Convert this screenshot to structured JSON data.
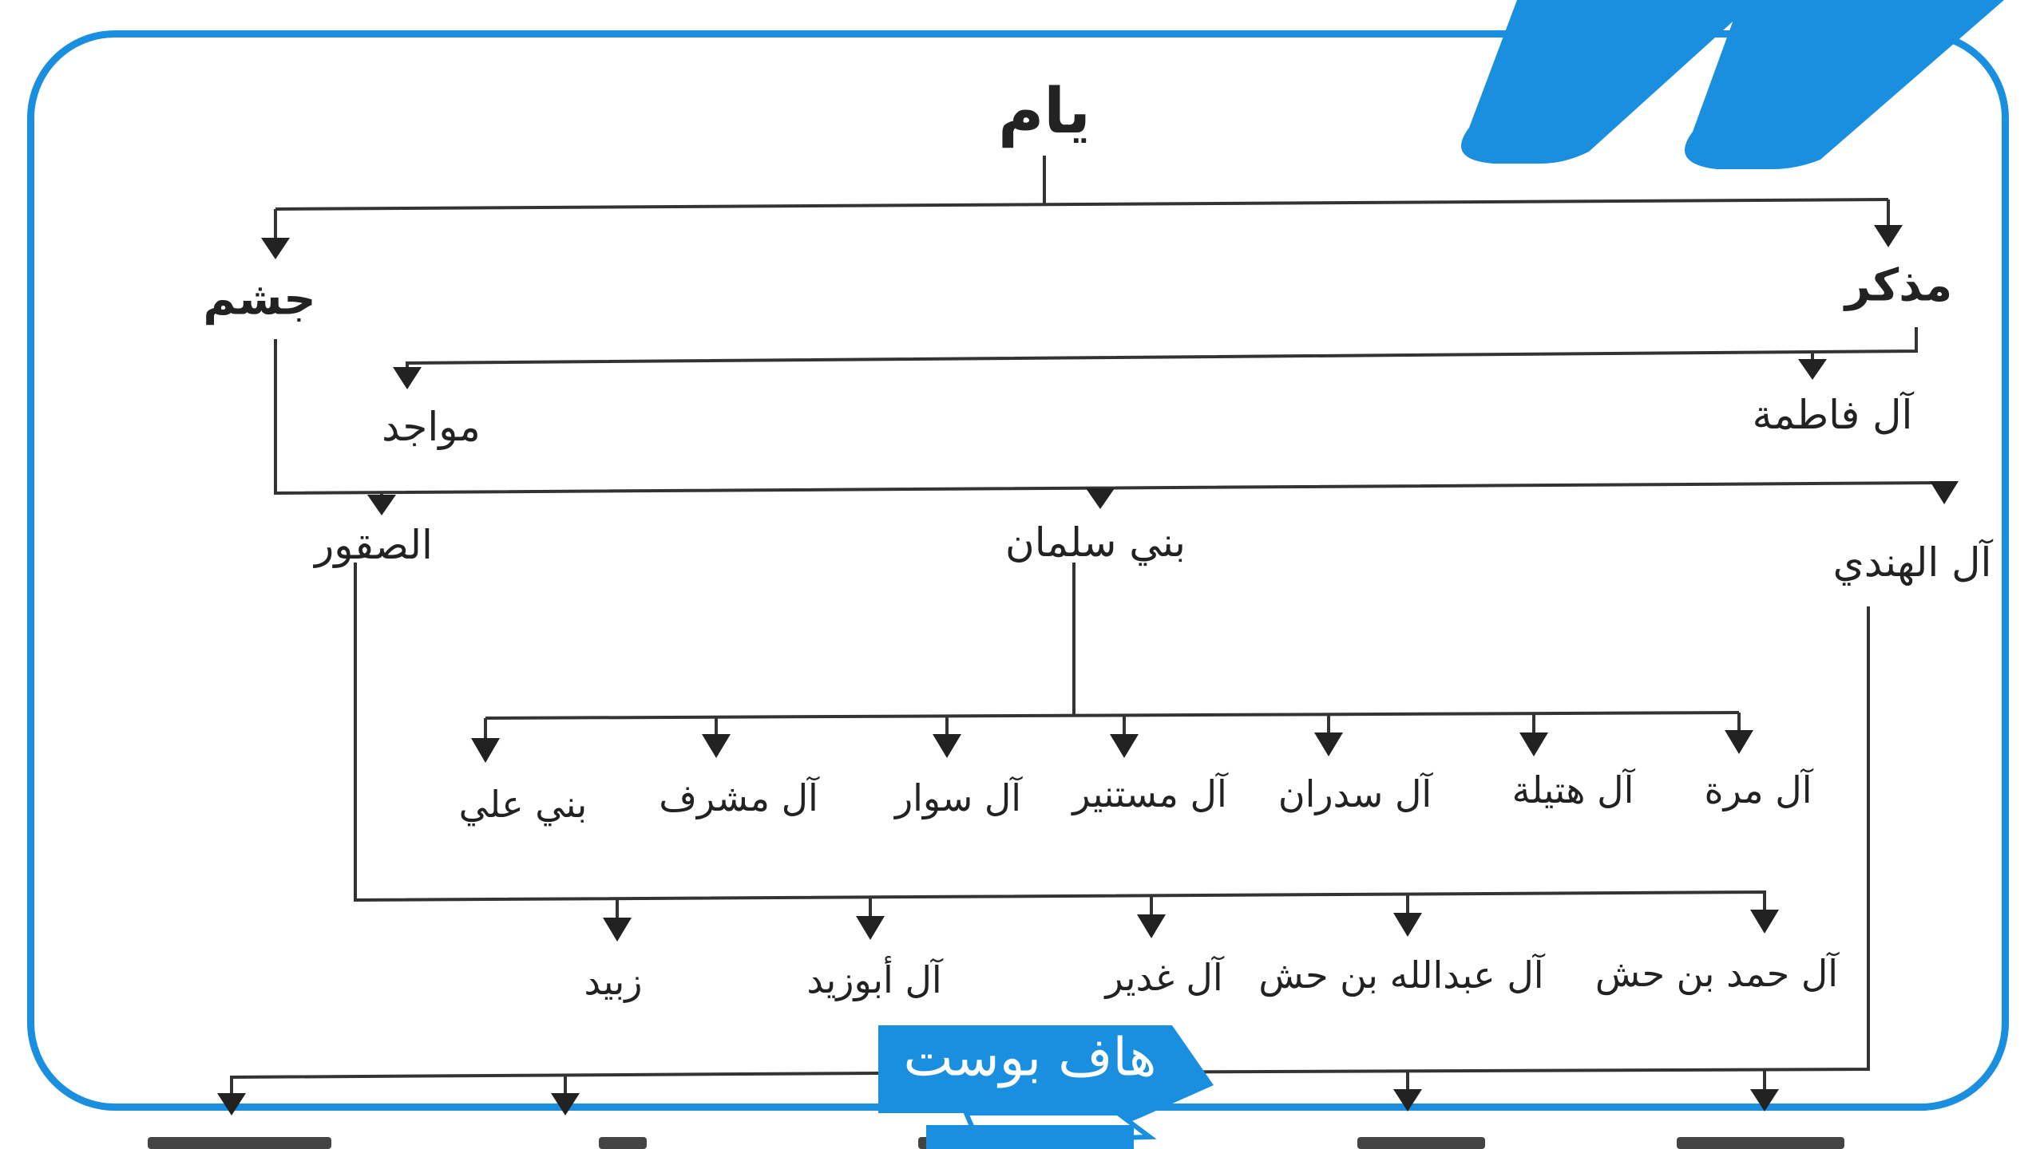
{
  "root": "يام",
  "branches": {
    "left": "جشم",
    "right": "مذكر"
  },
  "level2": {
    "mawajid": "مواجد",
    "al_fatima": "آل فاطمة"
  },
  "level3": {
    "saqour": "الصقور",
    "bani_salman": "بني سلمان",
    "al_hindi": "آل الهندي"
  },
  "bani_salman_children": [
    "آل مرة",
    "آل هتيلة",
    "آل سدران",
    "آل مستنير",
    "آل سوار",
    "آل مشرف",
    "بني علي"
  ],
  "saqour_children": [
    "آل حمد بن حش",
    "آل عبدالله بن حش",
    "آل غدير",
    "آل أبوزيد",
    "زبيد"
  ],
  "logo": {
    "text": "هاف بوست",
    "color": "#1a8fe0"
  },
  "colors": {
    "frame": "#1a8fe0",
    "lines": "#333333",
    "text": "#222222"
  }
}
